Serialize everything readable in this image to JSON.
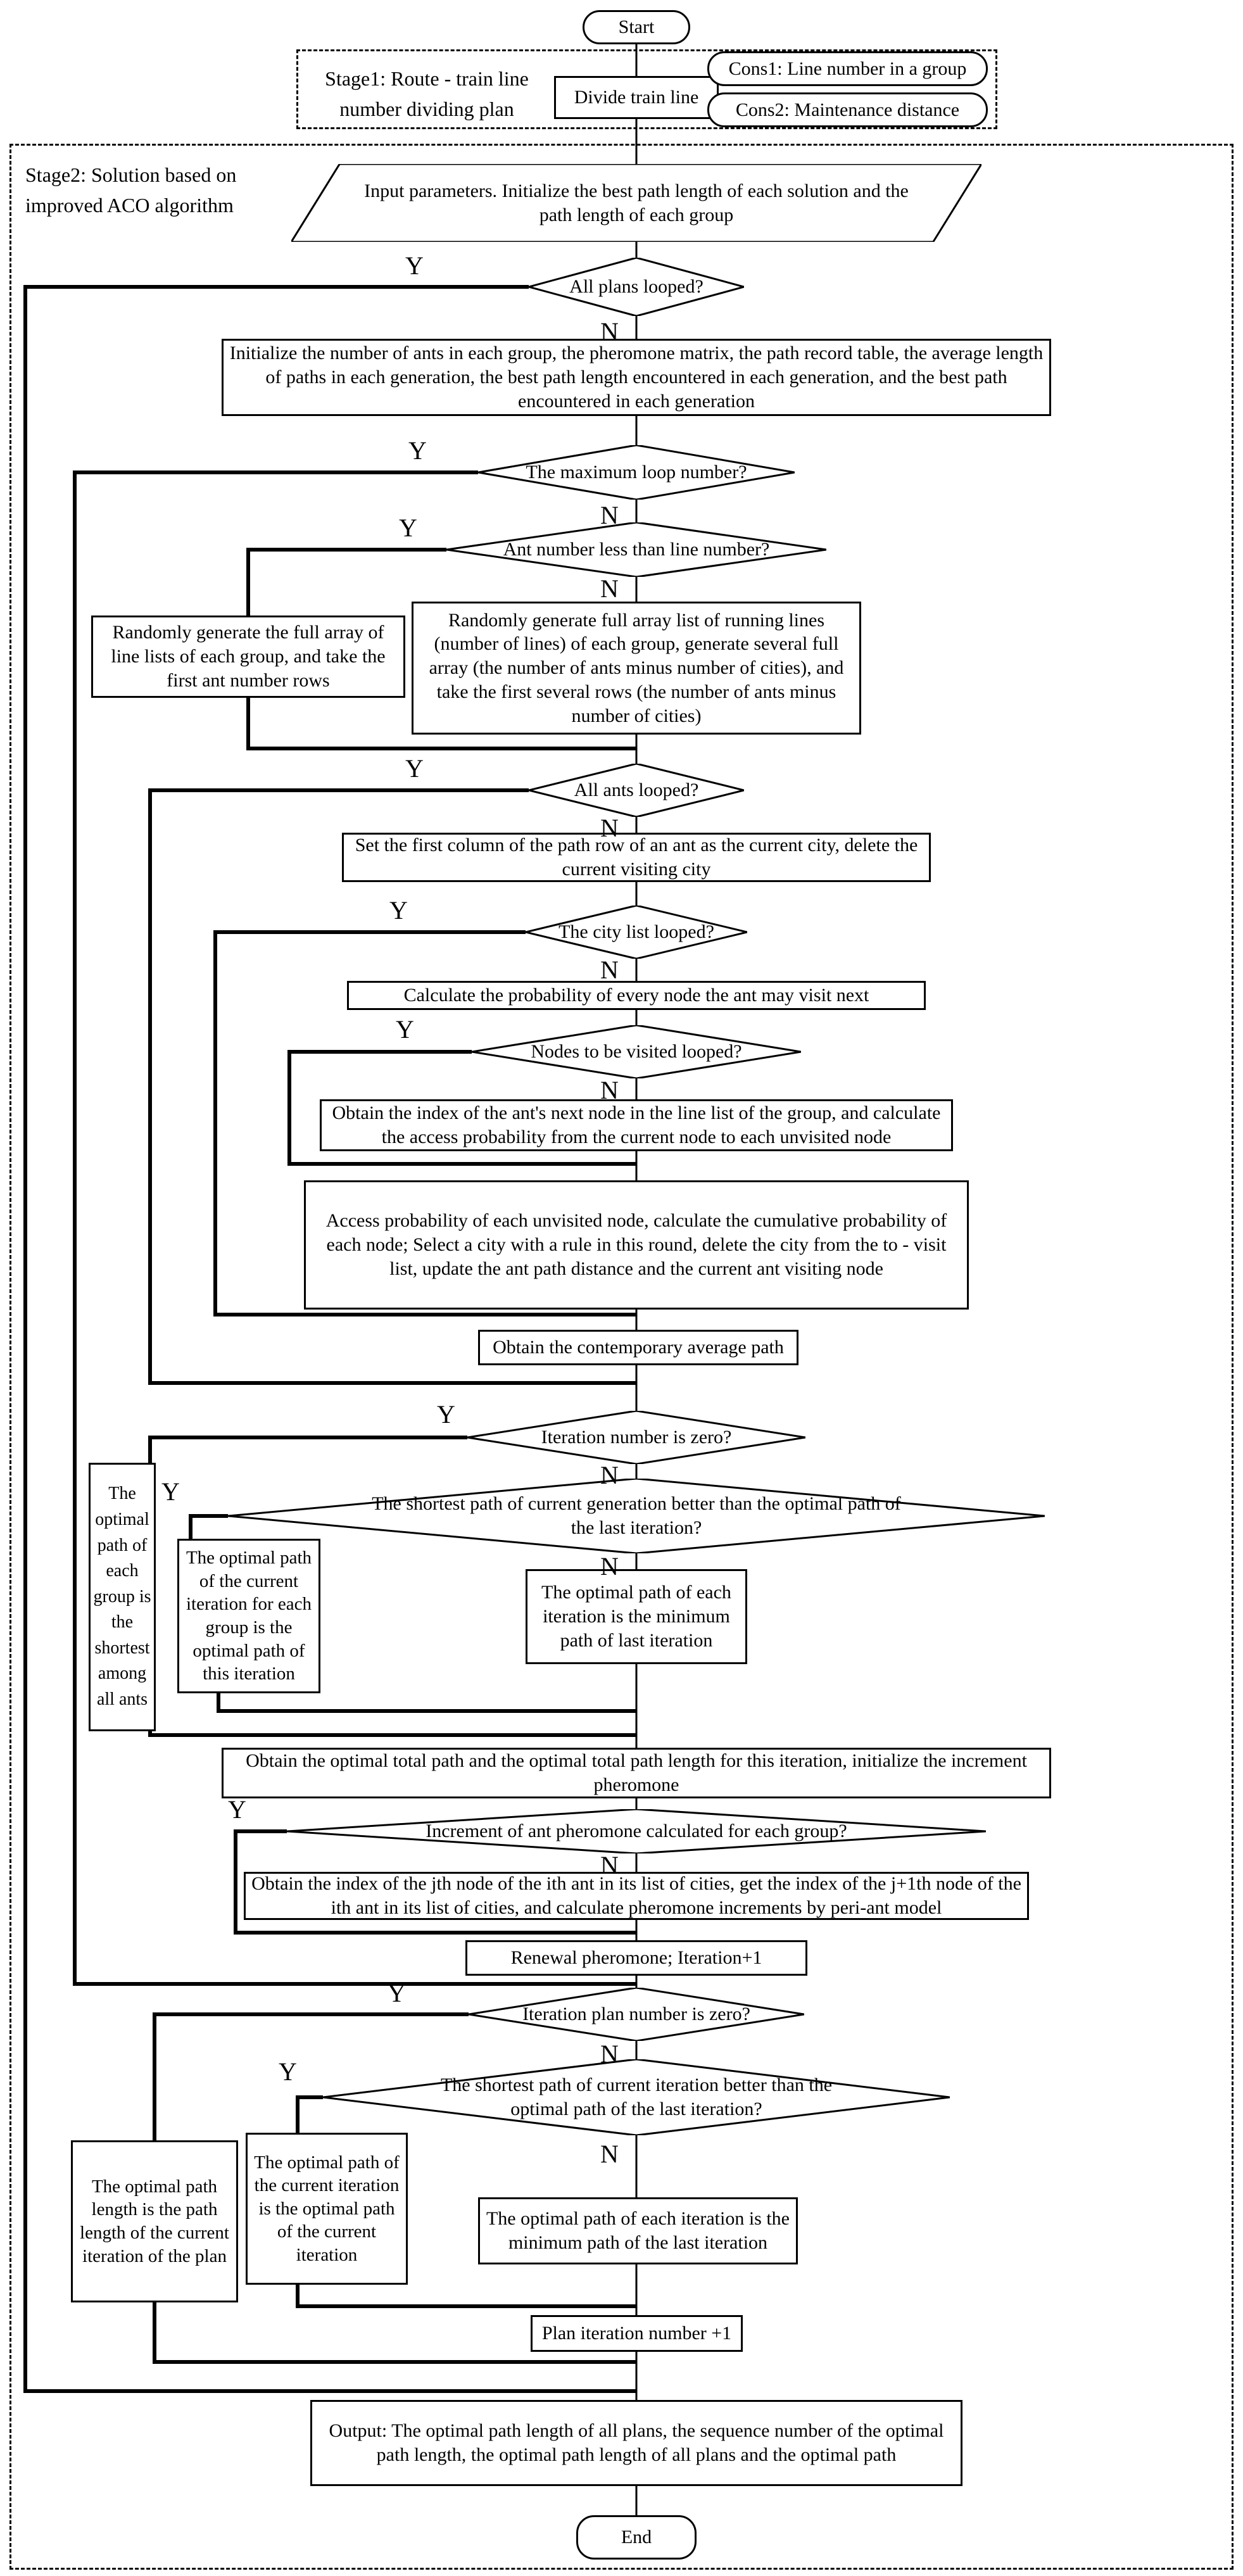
{
  "labels": {
    "yes": "Y",
    "no": "N"
  },
  "stage1": {
    "title": "Stage1: Route - train line number dividing plan",
    "cons1": "Cons1: Line number in a group",
    "cons2": "Cons2: Maintenance distance"
  },
  "stage2": {
    "title": "Stage2: Solution based on improved ACO algorithm"
  },
  "nodes": {
    "start": "Start",
    "divide": "Divide train line",
    "input": "Input parameters. Initialize the best path length of each solution and the path length of each group",
    "d_plans": "All plans looped?",
    "init": "Initialize the number of ants in each group, the pheromone matrix, the path record table, the average length of paths in each generation, the best path length encountered in each generation, and the best path encountered in each generation",
    "d_maxloop": "The maximum loop number?",
    "d_antnum": "Ant number less than line number?",
    "rand_left": "Randomly generate the full array of line lists of each group, and take the first ant number rows",
    "rand_right": "Randomly generate full array list of running lines (number of lines) of each group, generate several full array (the number of ants minus number of cities), and take the first several rows (the number of ants minus number of cities)",
    "d_ants": "All ants looped?",
    "setfirst": "Set the first column of the path row of an ant as the current city, delete the current visiting city",
    "d_citylist": "The city list looped?",
    "calcprob": "Calculate the probability of every node the ant may visit next",
    "d_nodes": "Nodes to be visited looped?",
    "obtainindex": "Obtain the index of the ant's next node in the line list of the group, and calculate the access probability from the current node to each unvisited node",
    "access": "Access probability of each unvisited node, calculate the cumulative probability of each node; Select a city with a rule in this round, delete the city from the to - visit list, update the ant path distance and the current ant visiting node",
    "avgpath": "Obtain the contemporary average path",
    "d_iterzero": "Iteration number is zero?",
    "d_shortgen": "The shortest path of current generation better than the optimal path of the last iteration?",
    "groupopt": "The optimal path of each group is the shortest among all ants",
    "curropt": "The optimal path of the current iteration for each group is the optimal path of this iteration",
    "iteropt_last": "The optimal path of each iteration is the minimum path of last iteration",
    "total": "Obtain the optimal total path and the optimal total path length for this iteration, initialize the increment pheromone",
    "d_increment": "Increment of ant pheromone calculated for each group?",
    "jth": "Obtain the index of the jth node of the ith ant in its list of cities, get the index of the j+1th node of the ith ant in its list of cities, and calculate pheromone increments by peri-ant model",
    "renewal": "Renewal pheromone; Iteration+1",
    "d_planzero": "Iteration plan number is zero?",
    "d_shortiter": "The shortest path of current iteration better than the optimal path of the last iteration?",
    "planlen": "The optimal path length is the path length of the current iteration of the plan",
    "curriter": "The optimal path of the current iteration is the optimal path of the current iteration",
    "minlast": "The optimal path of each iteration is the minimum path of the last iteration",
    "planiter": "Plan iteration number +1",
    "output": "Output: The optimal path length of all plans, the sequence number of the optimal path length, the optimal path length of all plans and the optimal path",
    "end": "End"
  }
}
